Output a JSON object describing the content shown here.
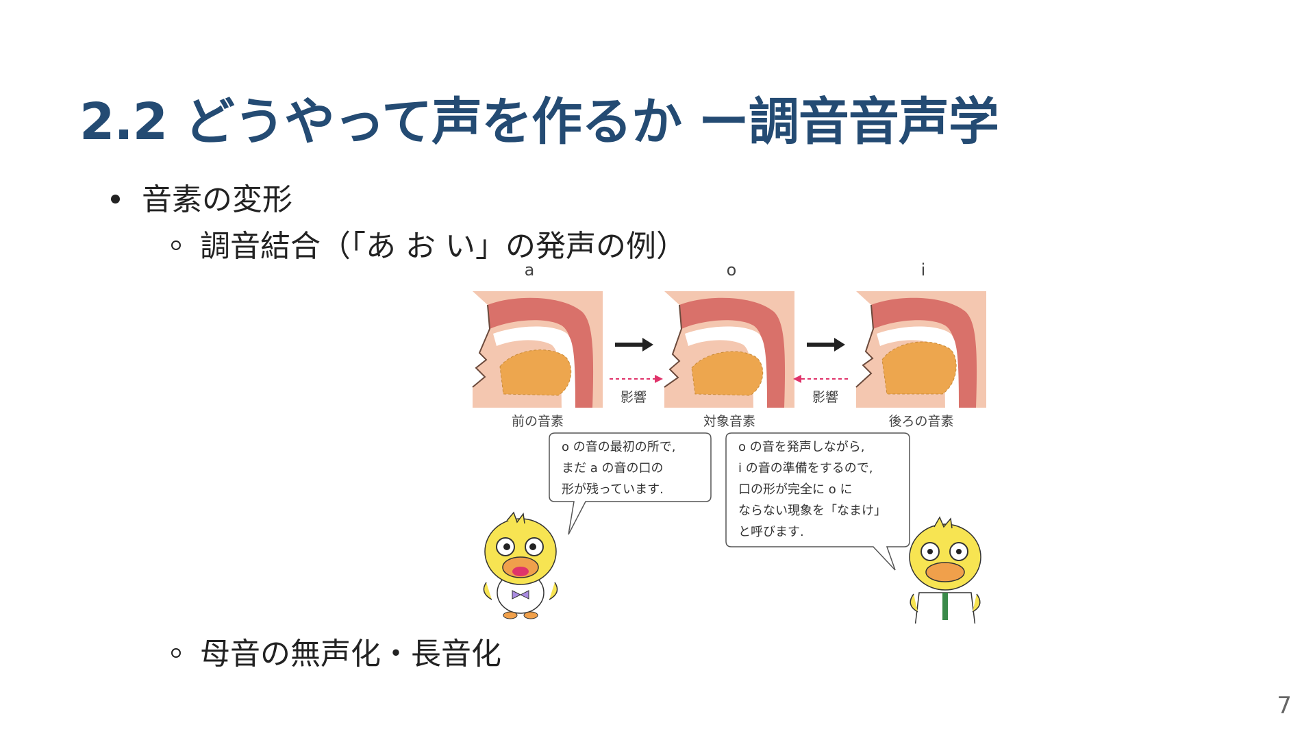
{
  "slide": {
    "title": "2.2 どうやって声を作るか ー調音音声学",
    "bullets": [
      {
        "label": "音素の変形",
        "sub": [
          "調音結合（「あ お い」の発声の例）",
          "母音の無声化・長音化"
        ]
      }
    ],
    "page_number": "7"
  },
  "figure": {
    "phonemes": [
      "a",
      "o",
      "i"
    ],
    "positions": [
      "前の音素",
      "対象音素",
      "後ろの音素"
    ],
    "influence_label": "影響",
    "bubble_left": [
      "o の音の最初の所で,",
      "まだ a の音の口の",
      "形が残っています."
    ],
    "bubble_right": [
      "o の音を発声しながら,",
      "i の音の準備をするので,",
      "口の形が完全に o に",
      "ならない現象を「なまけ」",
      "と呼びます."
    ],
    "colors": {
      "title": "#244b73",
      "skin": "#f4c7b0",
      "palate": "#d9716a",
      "tongue": "#eda64e",
      "arrow_influence": "#e0336a",
      "mascot": "#f7e452"
    }
  }
}
